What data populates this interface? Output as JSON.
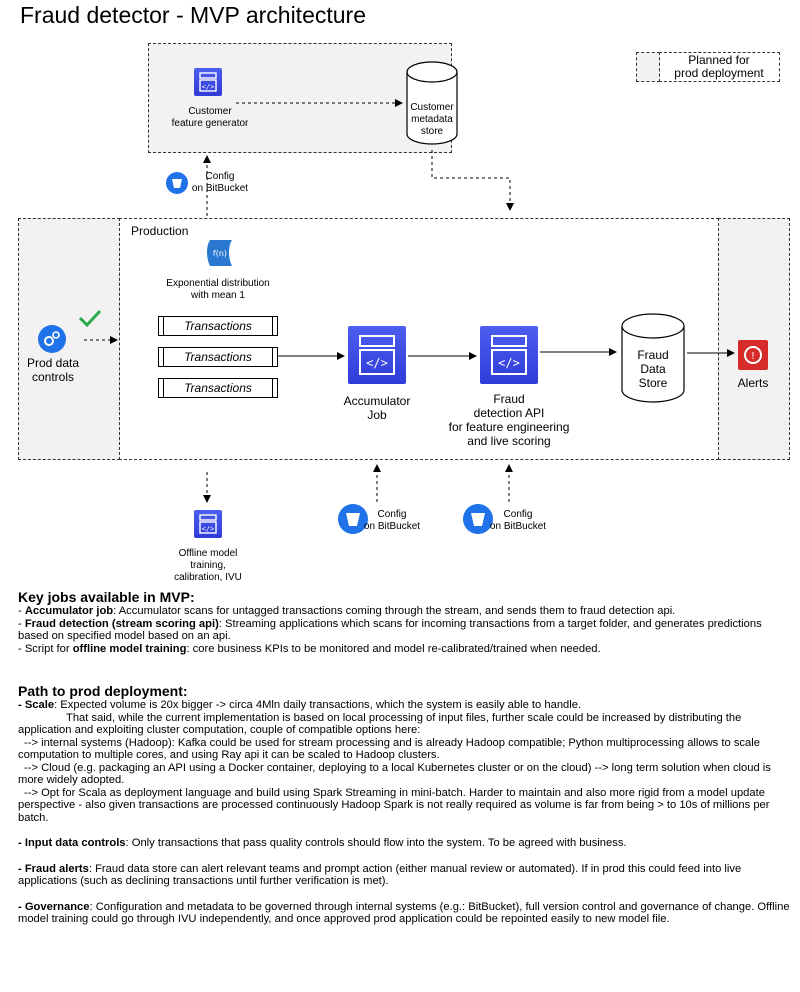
{
  "title": "Fraud detector - MVP architecture",
  "legend": {
    "label_1": "Planned for",
    "label_2": "prod deployment"
  },
  "customer_feature_generator": {
    "line1": "Customer",
    "line2": "feature generator"
  },
  "customer_metadata_store": {
    "line1": "Customer",
    "line2": "metadata",
    "line3": "store"
  },
  "config_top": {
    "line1": "Config",
    "line2": "on BitBucket"
  },
  "production_label": "Production",
  "exp_dist": {
    "line1": "Exponential distribution",
    "line2": "with mean 1",
    "glyph": "f(n)"
  },
  "transactions": [
    "Transactions",
    "Transactions",
    "Transactions"
  ],
  "prod_data_controls": {
    "line1": "Prod data",
    "line2": "controls"
  },
  "accumulator": {
    "line1": "Accumulator",
    "line2": "Job"
  },
  "fraud_api": {
    "line1": "Fraud",
    "line2": "detection API",
    "line3": "for feature engineering",
    "line4": "and live scoring"
  },
  "fraud_store": {
    "line1": "Fraud",
    "line2": "Data",
    "line3": "Store"
  },
  "alerts": "Alerts",
  "config_mid": {
    "line1": "Config",
    "line2": "on BitBucket"
  },
  "config_right": {
    "line1": "Config",
    "line2": "on BitBucket"
  },
  "offline": {
    "line1": "Offline model",
    "line2": "training,",
    "line3": "calibration, IVU"
  },
  "colors": {
    "aws_blue": "#3b48e0",
    "bitbucket_blue": "#1f72e8",
    "alert_red": "#d62b2b",
    "check_green": "#2aa84a",
    "grey_region": "#f2f2f2"
  },
  "key_jobs": {
    "heading": "Key jobs available in MVP:",
    "b1_bold": "Accumulator job",
    "b1_text": ": Accumulator scans for untagged transactions coming through the stream, and sends them to fraud detection api.",
    "b2_bold": "Fraud detection (stream scoring api)",
    "b2_text": ": Streaming applications which scans for incoming transactions from a target folder, and generates predictions based on specified model based on an api.",
    "b3_pre": "- Script for ",
    "b3_bold": "offline model training",
    "b3_text": ": core business KPIs to be monitored and model re-calibrated/trained when needed."
  },
  "path": {
    "heading": "Path to prod deployment:",
    "scale_bold": "- Scale",
    "scale_text": ": Expected volume is 20x bigger -> circa 4Mln daily transactions, which the system is easily able to handle.",
    "scale_p2": "That said, while the current implementation is based on local processing of input files, further scale could be increased by distributing the application and exploiting cluster computation, couple of compatible options here:",
    "scale_p3": "--> internal systems (Hadoop): Kafka could be used for stream processing and is already Hadoop compatible; Python multiprocessing allows to scale computation to multiple cores, and using Ray api it can be scaled to Hadoop clusters.",
    "scale_p4": "--> Cloud (e.g. packaging an API using a Docker container, deploying to a local Kubernetes cluster or on the cloud) --> long term solution when cloud is more widely adopted.",
    "scale_p5": "--> Opt for Scala as deployment language and build using Spark Streaming in mini-batch. Harder to maintain and also more rigid from a model update perspective - also given transactions are processed continuously Hadoop Spark is not really required as volume is far from being > to 10s of millions per batch.",
    "input_bold": "- Input data controls",
    "input_text": ": Only transactions that pass quality controls should flow into the system. To be agreed with business.",
    "alerts_bold": "- Fraud alerts",
    "alerts_text": ": Fraud data store can alert relevant teams and prompt action (either manual review or automated). If in prod this could feed into live applications (such as declining transactions until further verification is met).",
    "gov_bold": "- Governance",
    "gov_text": ": Configuration and metadata to be governed through internal systems (e.g.: BitBucket), full version control and governance of change. Offline model training could go through IVU independently, and once approved prod application could be repointed easily to new model file."
  }
}
